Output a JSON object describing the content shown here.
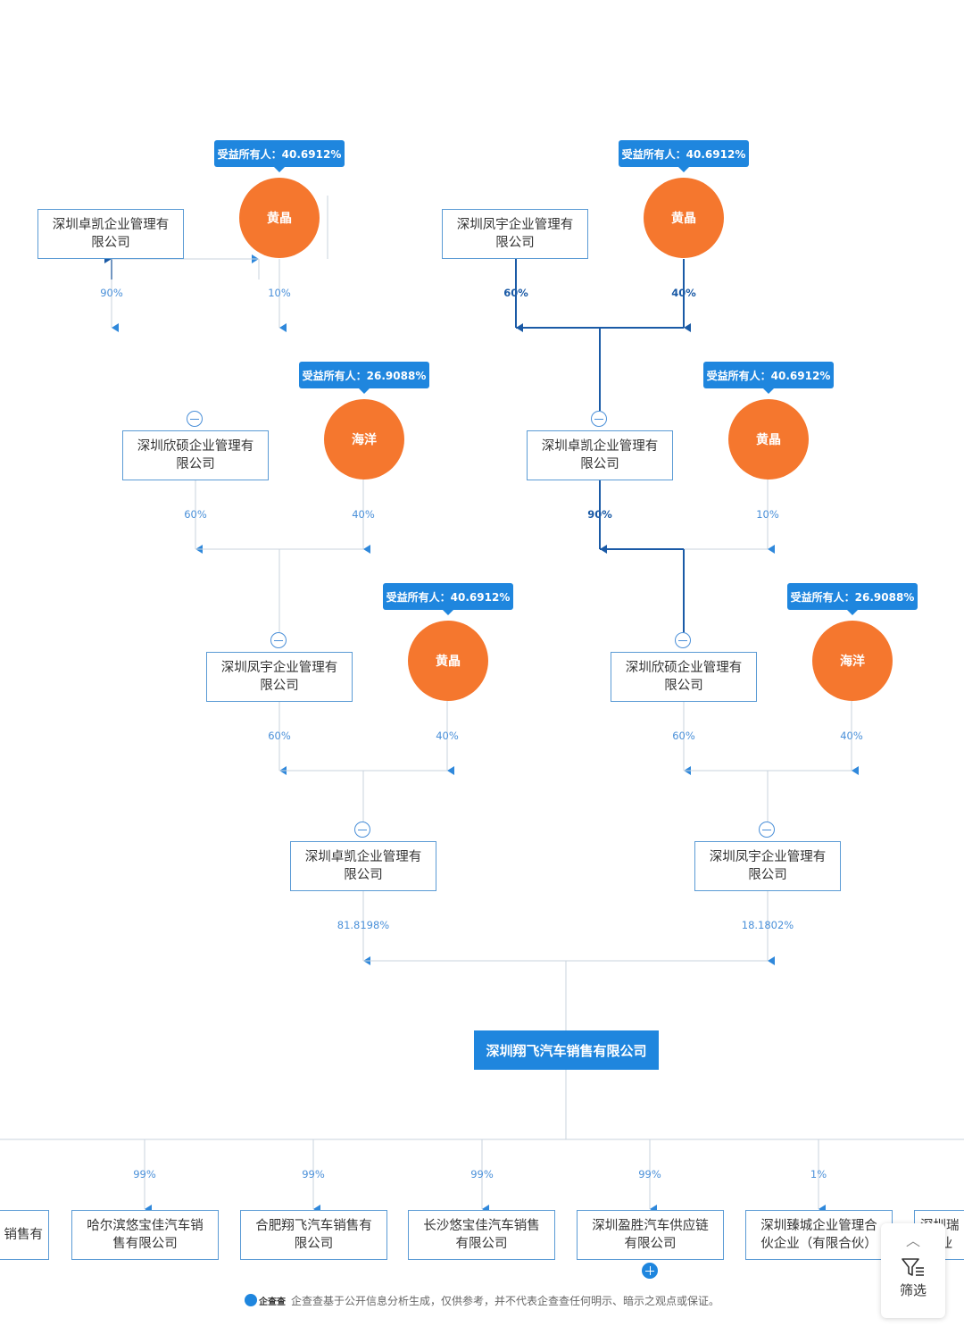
{
  "tags": {
    "huangjing": "受益所有人：40.6912%",
    "haiyang": "受益所有人：26.9088%"
  },
  "persons": {
    "huangjing": "黄晶",
    "haiyang": "海洋"
  },
  "companies": {
    "zhuokai": "深圳卓凯企业管理有\n限公司",
    "fengyu": "深圳凤宇企业管理有\n限公司",
    "xinshuo": "深圳欣硕企业管理有\n限公司"
  },
  "percentages": {
    "p90": "90%",
    "p10": "10%",
    "p60": "60%",
    "p40": "40%",
    "p818198": "81.8198%",
    "p181802": "18.1802%",
    "p99": "99%",
    "p1": "1%"
  },
  "target": "深圳翔飞汽车销售有限公司",
  "subsidiaries": [
    "销售有",
    "哈尔滨悠宝佳汽车销\n售有限公司",
    "合肥翔飞汽车销售有\n限公司",
    "长沙悠宝佳汽车销售\n有限公司",
    "深圳盈胜汽车供应链\n有限公司",
    "深圳臻城企业管理合\n伙企业（有限合伙）",
    "深圳瑞\n企业"
  ],
  "footer": {
    "brand": "企查查",
    "text": "企查查基于公开信息分析生成，仅供参考，并不代表企查查任何明示、暗示之观点或保证。"
  },
  "filter": {
    "label": "筛选",
    "icon": "filter-icon",
    "collapse_icon": "chevron-up-icon"
  },
  "colors": {
    "person": "#f5772e",
    "tag": "#1f86de",
    "target": "#1f86de",
    "line": "#c9d3dc",
    "highlight_line": "#1a5aa6"
  }
}
